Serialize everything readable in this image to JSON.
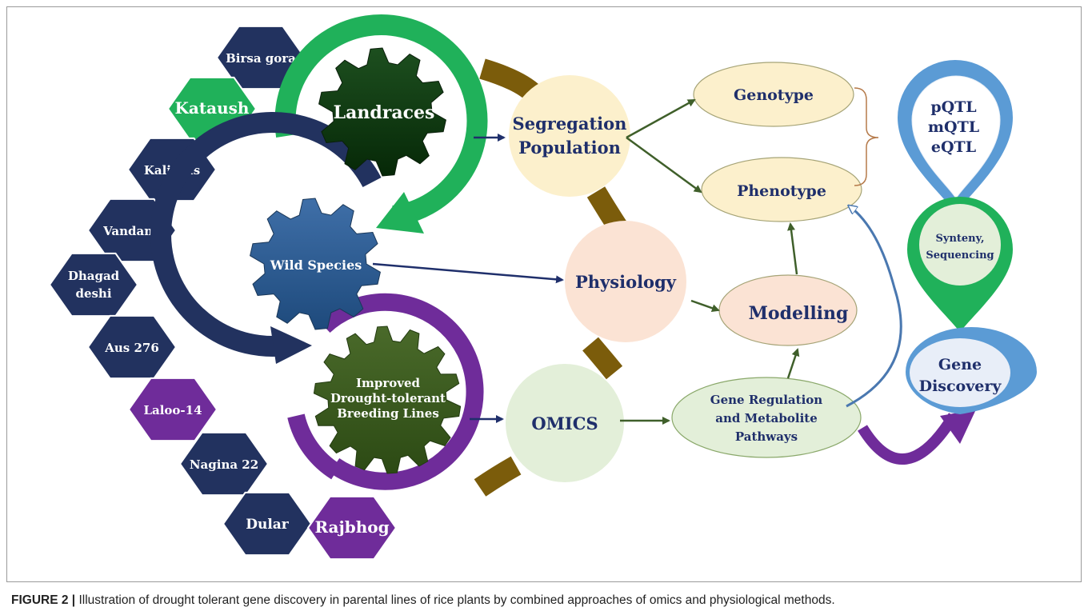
{
  "varieties": [
    {
      "label": "Birsa gora",
      "color": "#22325f"
    },
    {
      "label": "Kataush",
      "color": "#20b15a"
    },
    {
      "label": "Kali Aus",
      "color": "#22325f"
    },
    {
      "label": "Vandana",
      "color": "#22325f"
    },
    {
      "label": "Dhagad",
      "label2": "deshi",
      "color": "#22325f"
    },
    {
      "label": "Aus 276",
      "color": "#22325f"
    },
    {
      "label": "Laloo-14",
      "color": "#6f2c9a"
    },
    {
      "label": "Nagina 22",
      "color": "#22325f"
    },
    {
      "label": "Dular",
      "color": "#22325f"
    },
    {
      "label": "Rajbhog",
      "color": "#6f2c9a"
    }
  ],
  "gears": {
    "landraces": "Landraces",
    "wild_species": "Wild Species",
    "improved": [
      "Improved",
      "Drought-tolerant",
      "Breeding Lines"
    ]
  },
  "center": {
    "segregation": [
      "Segregation",
      "Population"
    ],
    "physiology": "Physiology",
    "omics": "OMICS"
  },
  "right": {
    "genotype": "Genotype",
    "phenotype": "Phenotype",
    "modelling": "Modelling",
    "gene_regulation": [
      "Gene Regulation",
      "and Metabolite",
      "Pathways"
    ]
  },
  "pins": {
    "qtl": [
      "pQTL",
      "mQTL",
      "eQTL"
    ],
    "synteny": [
      "Synteny,",
      "Sequencing"
    ],
    "gene_discovery": [
      "Gene",
      "Discovery"
    ]
  },
  "colors": {
    "navy": "#22325f",
    "green": "#20b15a",
    "purple": "#6f2c9a",
    "dark_green_gear": "#0f3a12",
    "brown": "#7b5c0b",
    "blue_pin": "#5b9bd5"
  },
  "caption": {
    "label": "FIGURE 2 |",
    "text": "Illustration of drought tolerant gene discovery in parental lines of rice plants by combined approaches of omics and physiological methods."
  }
}
